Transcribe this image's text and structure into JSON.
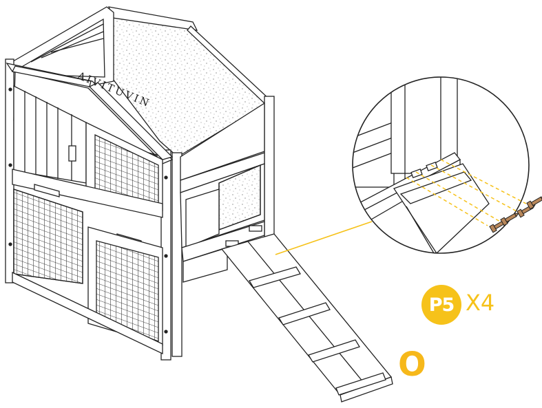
{
  "product": {
    "brand_text": "AIVITUVIN"
  },
  "callout": {
    "part_id": "P5",
    "quantity": "X4",
    "step_letter": "O",
    "accent_color": "#f6c21a",
    "screw_count": 4
  },
  "icons": [
    "rabbit-hutch-illustration",
    "ramp-illustration",
    "zoom-detail-circle",
    "screw-icon"
  ]
}
